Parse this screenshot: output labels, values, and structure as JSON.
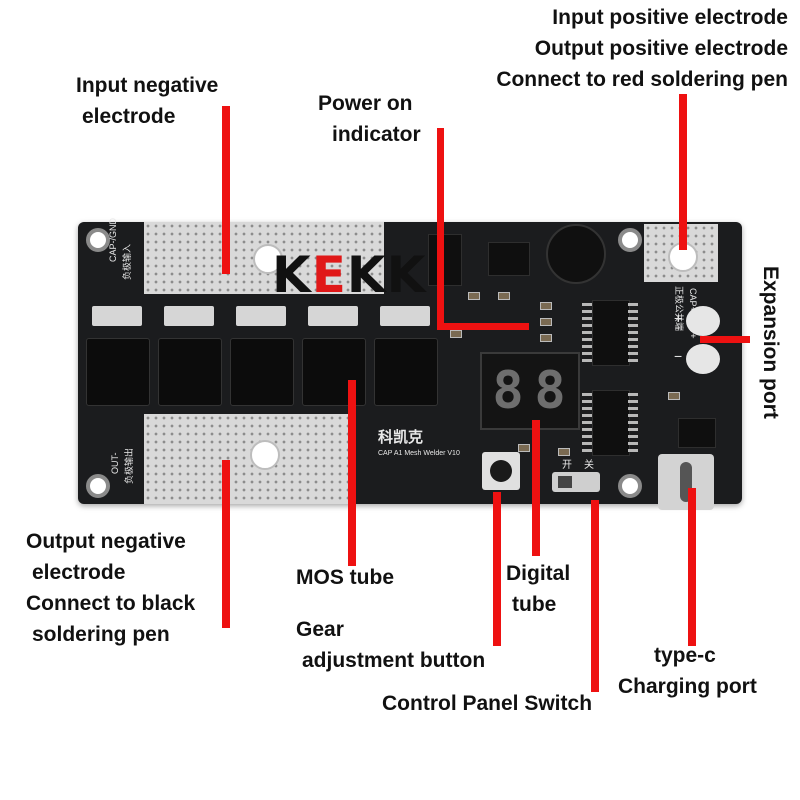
{
  "brand": {
    "logo_prefix": "K",
    "logo_accent": "E",
    "logo_suffix": "KK",
    "accent_color": "#e01818"
  },
  "labels": {
    "input_negative": [
      "Input negative",
      "electrode"
    ],
    "power_indicator": [
      "Power on",
      "indicator"
    ],
    "input_positive": [
      "Input positive electrode",
      "Output positive electrode",
      "Connect to red soldering pen"
    ],
    "expansion_port": "Expansion port",
    "output_negative": [
      "Output negative",
      "electrode",
      "Connect to black",
      "soldering pen"
    ],
    "mos_tube": "MOS tube",
    "digital_tube": [
      "Digital",
      "tube"
    ],
    "gear_button": [
      "Gear",
      "adjustment button"
    ],
    "typec_port": [
      "type-c",
      "Charging port"
    ],
    "control_switch": "Control Panel Switch"
  },
  "board": {
    "silk_cap_gnd": "CAP-/GND",
    "silk_cap_gnd_cn": "负极输入",
    "silk_out": "OUT-",
    "silk_out_cn": "负极输出",
    "silk_cap_out": "CAP+/OUT+",
    "silk_cap_out_cn": "正极公共端",
    "silk_brand_cn": "科凯克",
    "silk_model": "CAP A1 Mesh Welder V10",
    "silk_kai": "开",
    "silk_guan": "关",
    "silk_plus": "+",
    "silk_minus": "−",
    "display_digits": [
      "8",
      "8"
    ]
  },
  "colors": {
    "pointer": "#ee1111",
    "board": "#1b1c1e",
    "text": "#111111"
  }
}
